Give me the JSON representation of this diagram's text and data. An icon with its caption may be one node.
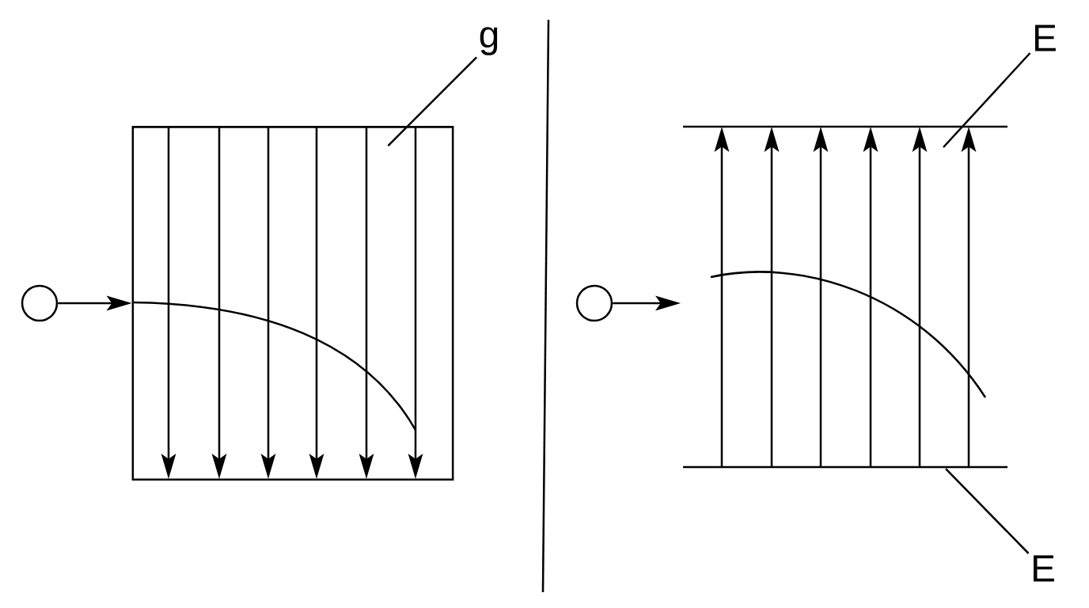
{
  "diagram": {
    "nodes": [
      {
        "text": [],
        "shape": "circle"
      },
      {
        "text": [],
        "shape": "box"
      },
      {
        "text": [
          "g"
        ]
      },
      {
        "text": [],
        "shape": "circle"
      },
      {
        "text": [
          "E"
        ]
      },
      {
        "text": [
          "E"
        ]
      }
    ],
    "edges": [
      {
        "from": 0,
        "to": 1,
        "arrow": "to"
      },
      {
        "from": 2,
        "to": 1,
        "arrow": "none"
      },
      {
        "from": 3,
        "to": null,
        "arrow": "to"
      },
      {
        "from": 4,
        "to": null,
        "arrow": "none"
      },
      {
        "from": 5,
        "to": null,
        "arrow": "none"
      }
    ]
  }
}
